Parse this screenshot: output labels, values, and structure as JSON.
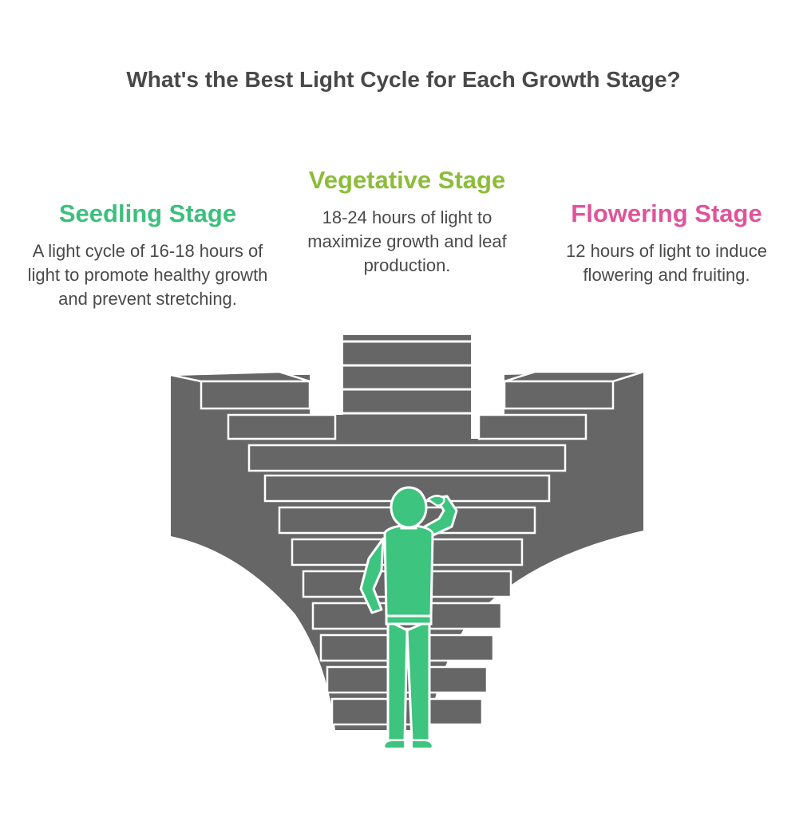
{
  "title": "What's the Best Light Cycle for Each Growth Stage?",
  "colors": {
    "seedling": "#3dbf7e",
    "vegetative": "#8cbd3a",
    "flowering": "#e0539b",
    "staircase": "#666666",
    "title": "#484848",
    "person": "#3dc47e"
  },
  "stages": [
    {
      "heading": "Seedling Stage",
      "description": "A light cycle of 16-18 hours of light to promote healthy growth and prevent stretching."
    },
    {
      "heading": "Vegetative Stage",
      "description": "18-24 hours of light to maximize growth and leaf production."
    },
    {
      "heading": "Flowering Stage",
      "description": "12 hours of light to induce flowering and fruiting."
    }
  ],
  "icons": {
    "staircase": "staircase-icon",
    "person": "thinking-person-icon"
  }
}
